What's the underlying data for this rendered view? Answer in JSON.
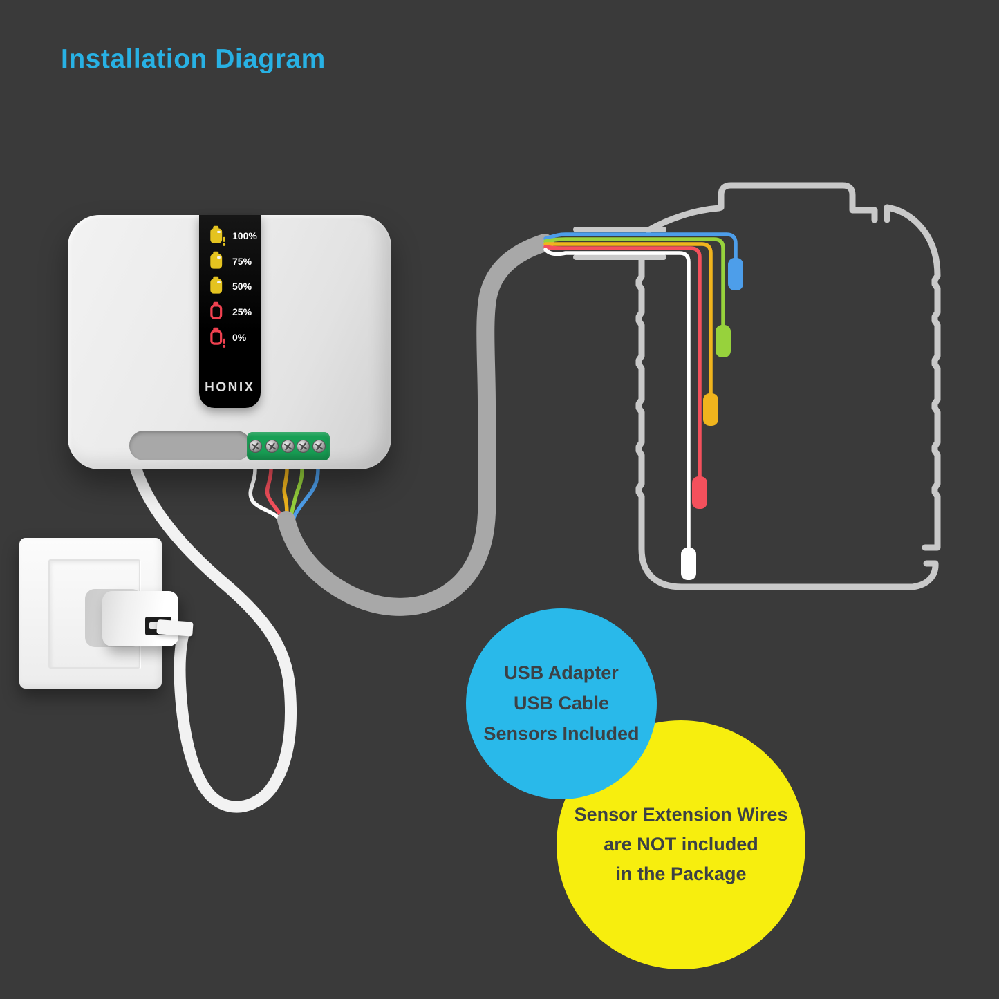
{
  "title": {
    "text": "Installation Diagram",
    "color": "#28b1e4"
  },
  "device": {
    "brand": "HONIX",
    "led_levels": [
      {
        "label": "100%",
        "style": "filled",
        "alert": true,
        "color": "#e4c320"
      },
      {
        "label": "75%",
        "style": "filled",
        "alert": false,
        "color": "#e4c320"
      },
      {
        "label": "50%",
        "style": "filled",
        "alert": false,
        "color": "#e4c320"
      },
      {
        "label": "25%",
        "style": "outline",
        "alert": false,
        "color": "#ef4150"
      },
      {
        "label": "0%",
        "style": "outline",
        "alert": true,
        "color": "#ef4150"
      }
    ],
    "terminal_color": "#18a055"
  },
  "wiring": {
    "supply_cable_color": "#a8a8a8",
    "usb_cable_color": "#f2f2f2",
    "tank_outline_color": "#c9c9c9",
    "sensor_wires": [
      {
        "id": "blue",
        "color": "#4d9eea"
      },
      {
        "id": "green",
        "color": "#97d23c"
      },
      {
        "id": "yellow",
        "color": "#f0b41d"
      },
      {
        "id": "red",
        "color": "#f4505c"
      },
      {
        "id": "white",
        "color": "#ffffff"
      }
    ]
  },
  "callouts": {
    "included": {
      "bg": "#29b9ea",
      "text_color": "#3c4145",
      "lines": [
        "USB Adapter",
        "USB Cable",
        "Sensors Included"
      ]
    },
    "not_included": {
      "bg": "#f7ee0e",
      "text_color": "#3c4145",
      "lines": [
        "Sensor Extension Wires",
        "are NOT included",
        "in the Package"
      ]
    }
  }
}
